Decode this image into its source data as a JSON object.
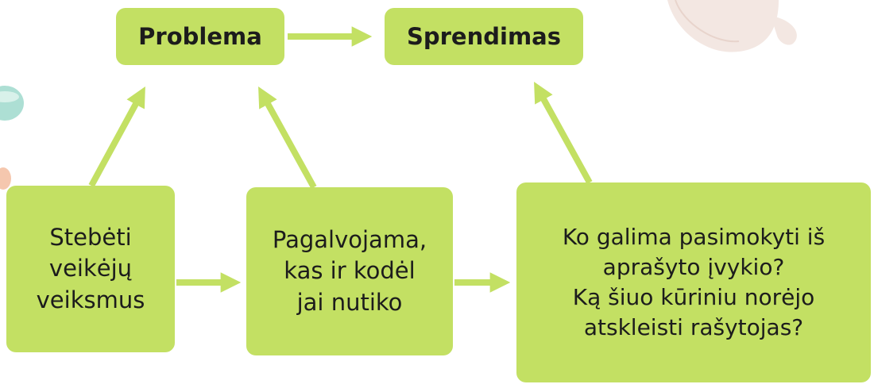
{
  "nodes": {
    "problema": {
      "label": "Problema"
    },
    "sprendimas": {
      "label": "Sprendimas"
    },
    "stebeti": {
      "lines": [
        "Stebėti",
        "veikėjų",
        "veiksmus"
      ]
    },
    "pagalvojama": {
      "lines": [
        "Pagalvojama,",
        "kas ir kodėl",
        "jai nutiko"
      ]
    },
    "pasimokyti": {
      "lines": [
        "Ko galima pasimokyti iš",
        "aprašyto įvykio?",
        "Ką šiuo kūriniu norėjo",
        "atskleisti rašytojas?"
      ]
    }
  },
  "colors": {
    "box_fill": "#c3e063",
    "arrow": "#c3e063",
    "text": "#1c1c1c"
  }
}
